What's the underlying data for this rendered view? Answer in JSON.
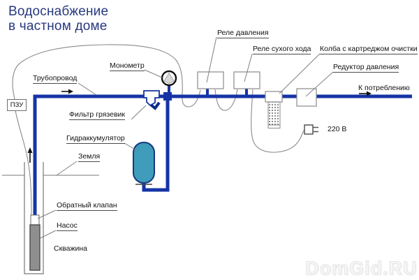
{
  "title": {
    "line1": "Водоснабжение",
    "line2": "в частном доме"
  },
  "labels": {
    "pipeline": "Трубопровод",
    "manometer": "Монометр",
    "pressure_relay": "Реле давления",
    "dry_run_relay": "Реле сухого хода",
    "cartridge_flask": "Колба с картреджом очистки",
    "pressure_reducer": "Редуктор давления",
    "to_consumption": "К потреблению",
    "pzu": "ПЗУ",
    "dirt_filter": "Фильтр грязевик",
    "hydroaccumulator": "Гидраккумулятор",
    "ground": "Земля",
    "voltage": "220 В",
    "check_valve": "Обратный клапан",
    "pump": "Насос",
    "borehole": "Скважина"
  },
  "watermark": "DomGid.RU",
  "colors": {
    "pipe": "#1634a6",
    "tank_fill": "#3f9cba",
    "tank_stroke": "#14387f",
    "title_text": "#27397f",
    "wire": "#8a8a8a",
    "pump_fill": "#8f8f8f",
    "label_text": "#111111"
  }
}
